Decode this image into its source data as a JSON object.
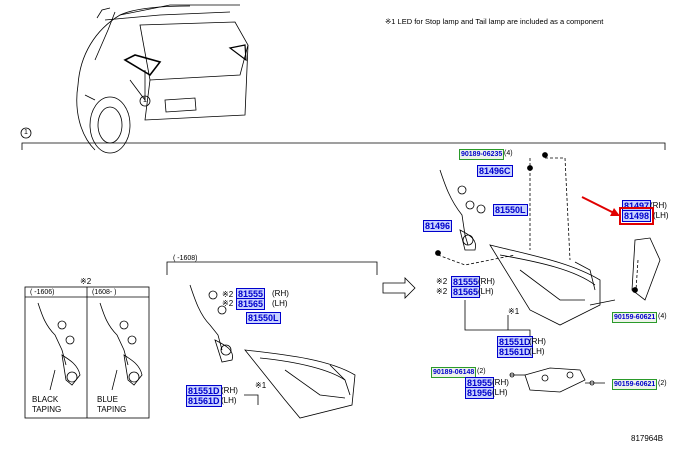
{
  "header": {
    "note": "※1 LED for Stop lamp and Tail lamp are included as a component"
  },
  "callouts": {
    "one": "1",
    "section_one": "1",
    "star1": "※1",
    "star1_b": "※1",
    "star2": "※2"
  },
  "inset": {
    "date_range": "(    -1608)",
    "col_left": "(    -1606)",
    "col_right": "(1608-    )",
    "black_taping_1": "BLACK",
    "black_taping_2": "TAPING",
    "blue_taping_1": "BLUE",
    "blue_taping_2": "TAPING"
  },
  "parts": {
    "p81555_a": "81555",
    "p81565_a": "81565",
    "p81550L_a": "81550L",
    "p81551D_a": "81551D",
    "p81561D_a": "81561D",
    "p90189_06235": "90189-06235",
    "p81496C": "81496C",
    "p81550L_b": "81550L",
    "p81496": "81496",
    "p81555_b": "81555",
    "p81565_b": "81565",
    "p81551D_b": "81551D",
    "p81561D_b": "81561D",
    "p81497": "81497",
    "p81498": "81498",
    "p90159_60621_a": "90159-60621",
    "p90189_06148": "90189-06148",
    "p81955": "81955",
    "p81956": "81956",
    "p90159_60621_b": "90159-60621"
  },
  "labels": {
    "rh": "(RH)",
    "lh": "(LH)",
    "qty4": "(4)",
    "qty2": "(2)",
    "star2_small": "※2"
  },
  "footer": {
    "diagram_id": "817964B"
  },
  "colors": {
    "part_fill": "#c8d2ff",
    "part_text": "#0000cc",
    "highlight": "#e00000"
  }
}
